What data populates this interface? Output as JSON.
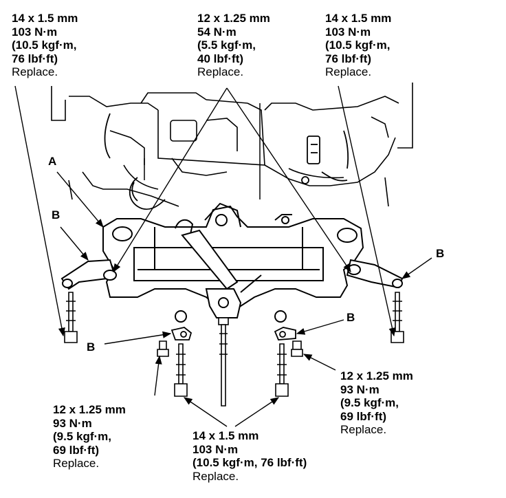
{
  "specs": {
    "top_left": {
      "size": "14 x 1.5 mm",
      "torque": "103 N·m",
      "kgf": "(10.5 kgf·m,",
      "lbf": "76 lbf·ft)",
      "note": "Replace."
    },
    "top_center": {
      "size": "12 x 1.25 mm",
      "torque": "54 N·m",
      "kgf": "(5.5 kgf·m,",
      "lbf": "40 lbf·ft)",
      "note": "Replace."
    },
    "top_right": {
      "size": "14 x 1.5 mm",
      "torque": "103 N·m",
      "kgf": "(10.5 kgf·m,",
      "lbf": "76 lbf·ft)",
      "note": "Replace."
    },
    "bottom_left": {
      "size": "12 x 1.25 mm",
      "torque": "93 N·m",
      "kgf": "(9.5 kgf·m,",
      "lbf": "69 lbf·ft)",
      "note": "Replace."
    },
    "bottom_right": {
      "size": "12 x 1.25 mm",
      "torque": "93 N·m",
      "kgf": "(9.5 kgf·m,",
      "lbf": "69 lbf·ft)",
      "note": "Replace."
    },
    "bottom_center": {
      "size": "14 x 1.5 mm",
      "torque": "103 N·m",
      "kgf_lbf": "(10.5 kgf·m, 76 lbf·ft)",
      "note": "Replace."
    }
  },
  "callouts": {
    "a": "A",
    "b_left": "B",
    "b_right": "B",
    "b_lower_left": "B",
    "b_lower_right": "B"
  },
  "colors": {
    "ink": "#000000",
    "paper": "#ffffff"
  }
}
